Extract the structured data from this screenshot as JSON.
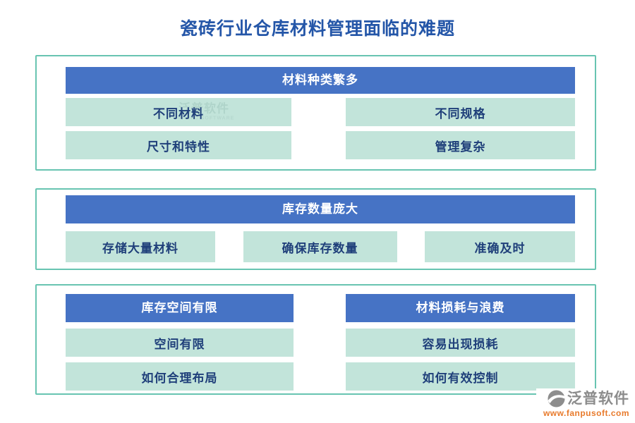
{
  "title": "瓷砖行业仓库材料管理面临的难题",
  "panels": [
    {
      "header": "材料种类繁多",
      "items": [
        "不同材料",
        "不同规格",
        "尺寸和特性",
        "管理复杂"
      ]
    },
    {
      "header": "库存数量庞大",
      "items": [
        "存储大量材料",
        "确保库存数量",
        "准确及时"
      ]
    },
    {
      "columns": [
        {
          "header": "库存空间有限",
          "items": [
            "空间有限",
            "如何合理布局"
          ]
        },
        {
          "header": "材料损耗与浪费",
          "items": [
            "容易出现损耗",
            "如何有效控制"
          ]
        }
      ]
    }
  ],
  "watermark": {
    "text": "泛普软件",
    "subtext": "FANPU SOFTWARE"
  },
  "logo": {
    "name": "泛普软件",
    "url": "www.fanpusoft.com"
  },
  "colors": {
    "title_blue": "#2456a8",
    "header_blue": "#4673c5",
    "box_mint": "#c2e4da",
    "border_teal": "#68c4b1",
    "text_navy": "#1f3f7a",
    "logo_gray": "#8c8c8c",
    "url_orange": "#e87a2b"
  }
}
